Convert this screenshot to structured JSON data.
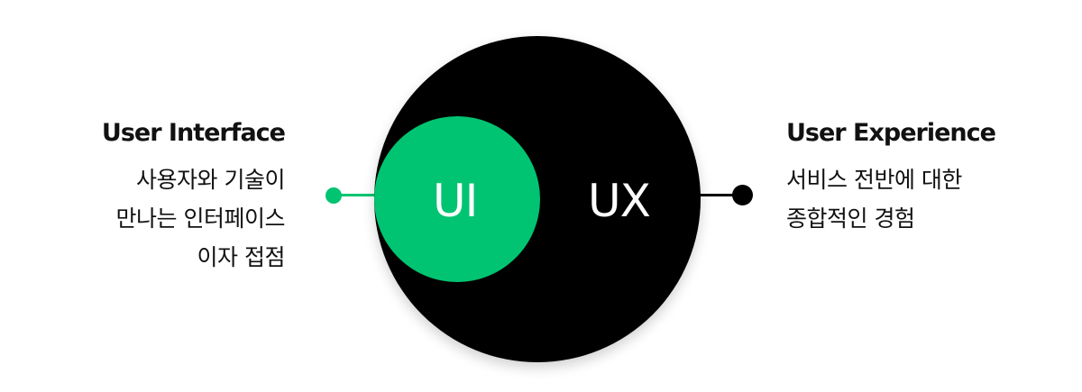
{
  "diagram": {
    "inner_label": "UI",
    "outer_label": "UX",
    "left": {
      "title": "User Interface",
      "lines": [
        "사용자와 기술이",
        "만나는 인터페이스",
        "이자 접점"
      ]
    },
    "right": {
      "title": "User Experience",
      "lines": [
        "서비스 전반에 대한",
        "종합적인 경험"
      ]
    }
  },
  "colors": {
    "accent": "#00c471",
    "outer": "#000000",
    "text": "#111111",
    "background": "#ffffff"
  }
}
